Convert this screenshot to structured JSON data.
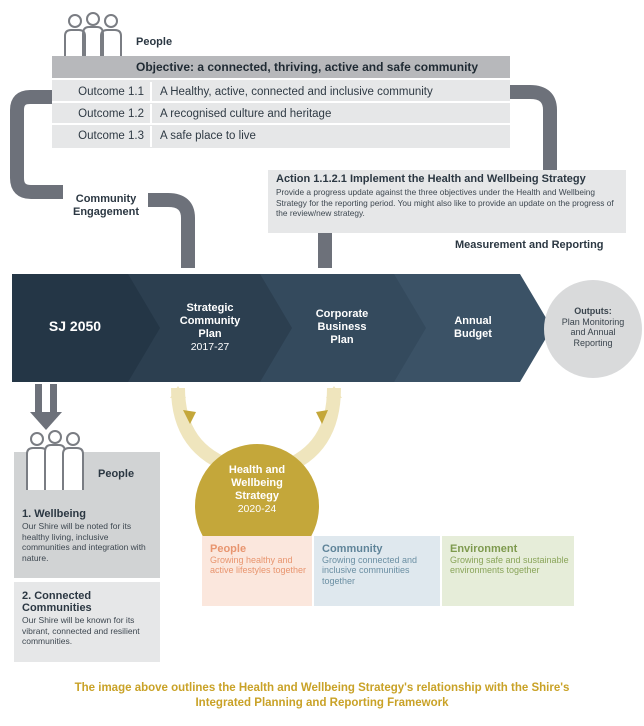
{
  "people_top": {
    "label": "People",
    "objective": "Objective: a connected, thriving, active and safe community"
  },
  "outcomes": [
    {
      "code": "Outcome 1.1",
      "text": "A Healthy, active, connected and inclusive community"
    },
    {
      "code": "Outcome 1.2",
      "text": "A recognised culture and heritage"
    },
    {
      "code": "Outcome 1.3",
      "text": "A safe place to live"
    }
  ],
  "community_engagement": {
    "line1": "Community",
    "line2": "Engagement"
  },
  "action": {
    "title": "Action 1.1.2.1 Implement the Health and Wellbeing Strategy",
    "body": "Provide a progress update against the three objectives under the Health and Wellbeing Strategy for the reporting period. You might also like to provide an update on the progress of the review/new strategy."
  },
  "measurement": "Measurement and Reporting",
  "band": {
    "sj": "SJ 2050",
    "scp_l1": "Strategic",
    "scp_l2": "Community",
    "scp_l3": "Plan",
    "scp_years": "2017-27",
    "cbp_l1": "Corporate",
    "cbp_l2": "Business",
    "cbp_l3": "Plan",
    "ab_l1": "Annual",
    "ab_l2": "Budget"
  },
  "outputs": {
    "title": "Outputs:",
    "l1": "Plan Monitoring",
    "l2": "and Annual",
    "l3": "Reporting"
  },
  "people_left": {
    "label": "People",
    "item1_title": "1. Wellbeing",
    "item1_body": "Our Shire will be noted for its healthy living, inclusive communities and integration with nature.",
    "item2_title_l1": "2. Connected",
    "item2_title_l2": "Communities",
    "item2_body": "Our Shire will be known for its vibrant, connected and resilient communities."
  },
  "strategy": {
    "l1": "Health and",
    "l2": "Wellbeing",
    "l3": "Strategy",
    "years": "2020-24"
  },
  "themes": [
    {
      "title": "People",
      "body": "Growing healthy and active lifestyles together",
      "color": "#e8956f"
    },
    {
      "title": "Community",
      "body": "Growing connected and inclusive communities together",
      "color": "#6b8fa3"
    },
    {
      "title": "Environment",
      "body": "Growing safe and sustainable environments together",
      "color": "#8aa55a"
    }
  ],
  "caption": {
    "l1": "The image above outlines the Health and Wellbeing Strategy's relationship with the Shire's",
    "l2": "Integrated Planning and Reporting Framework"
  },
  "colors": {
    "navy": "#243646",
    "navy2": "#2c3f50",
    "grey_dark": "#6d717a",
    "gold": "#c4a73a",
    "gold_light": "#efe5bd"
  }
}
